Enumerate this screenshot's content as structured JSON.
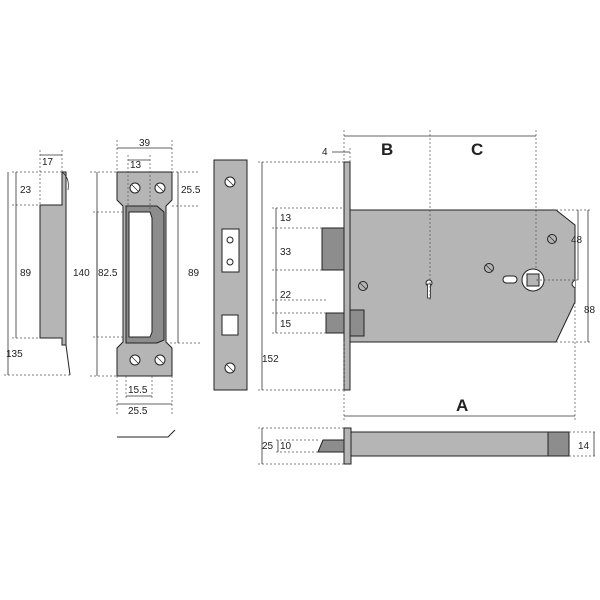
{
  "colors": {
    "metal": "#b5b5b5",
    "metal_dark": "#8d8d8d",
    "line": "#222222",
    "background": "#ffffff"
  },
  "strike_plate_side": {
    "d17": "17",
    "d23": "23",
    "d89": "89",
    "d135": "135"
  },
  "strike_plate_front": {
    "d39": "39",
    "d13": "13",
    "d25_5_top": "25.5",
    "d140": "140",
    "d82_5": "82.5",
    "d89": "89",
    "d15_5": "15.5",
    "d25_5_bottom": "25.5"
  },
  "forend": {
    "d152": "152"
  },
  "lock_body": {
    "d4": "4",
    "label_b": "B",
    "label_c": "C",
    "d13": "13",
    "d33": "33",
    "d22": "22",
    "d15": "15",
    "d48": "48",
    "d88": "88",
    "label_a": "A"
  },
  "bottom_view": {
    "d25": "25",
    "d10": "10",
    "d14": "14"
  },
  "icons": [
    "screw-icon",
    "keyhole-icon",
    "spindle-square-icon"
  ]
}
